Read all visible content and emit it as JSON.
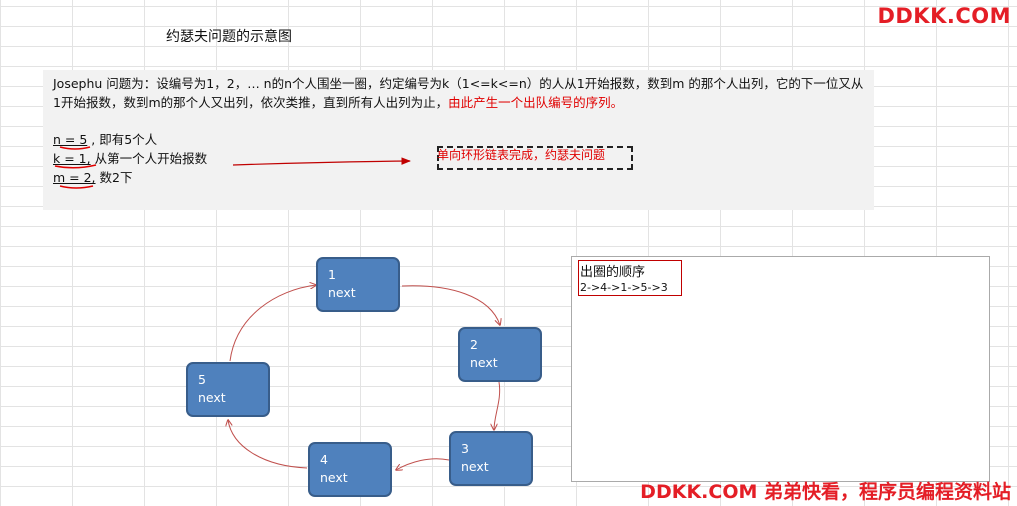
{
  "title": "约瑟夫问题的示意图",
  "brand": {
    "top": "DDKK.COM",
    "bottom": "DDKK.COM 弟弟快看，程序员编程资料站"
  },
  "description": {
    "text": "Josephu  问题为：设编号为1，2，… n的n个人围坐一圈，约定编号为k（1<=k<=n）的人从1开始报数，数到m 的那个人出列，它的下一位又从1开始报数，数到m的那个人又出列，依次类推，直到所有人出列为止，",
    "highlight": "由此产生一个出队编号的序列。"
  },
  "params": [
    {
      "term": "n = 5",
      "rest": " , 即有5个人"
    },
    {
      "term": "k = 1,",
      "rest": " 从第一个人开始报数"
    },
    {
      "term": "m = 2,",
      "rest": " 数2下"
    }
  ],
  "result_label": "单向环形链表完成，约瑟夫问题",
  "order": {
    "title": "出圈的顺序",
    "sequence": "2->4->1->5->3"
  },
  "nodes": [
    {
      "id": "1",
      "field": "next"
    },
    {
      "id": "2",
      "field": "next"
    },
    {
      "id": "3",
      "field": "next"
    },
    {
      "id": "4",
      "field": "next"
    },
    {
      "id": "5",
      "field": "next"
    }
  ],
  "colors": {
    "node_fill": "#4f81bd",
    "node_border": "#385d8a",
    "arrow": "#c0504d",
    "highlight_red": "#e00000",
    "brand_red": "#e41e26"
  }
}
